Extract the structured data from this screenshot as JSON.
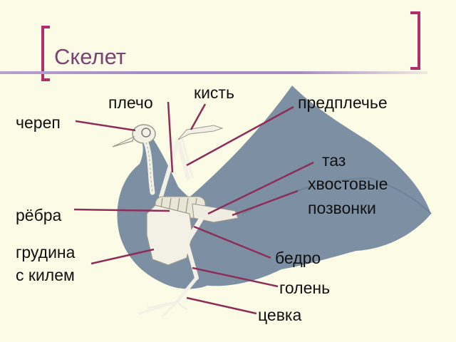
{
  "slide": {
    "title": "Скелет"
  },
  "labels": {
    "cherep": "череп",
    "plecho": "плечо",
    "kist": "кисть",
    "predplechye": "предплечье",
    "taz": "таз",
    "khvostovye": "хвостовые",
    "pozvonki": "позвонки",
    "rebra": "рёбра",
    "grudina": "грудина",
    "s_kilem": "с килем",
    "bedro": "бедро",
    "golen": "голень",
    "tsevka": "цевка"
  },
  "colors": {
    "title": "#7a4470",
    "leader_line": "#8e2d5a",
    "silhouette": "#7d8fa3",
    "bone": "#f3f1e6",
    "accent_rule": "#a68bc7"
  }
}
